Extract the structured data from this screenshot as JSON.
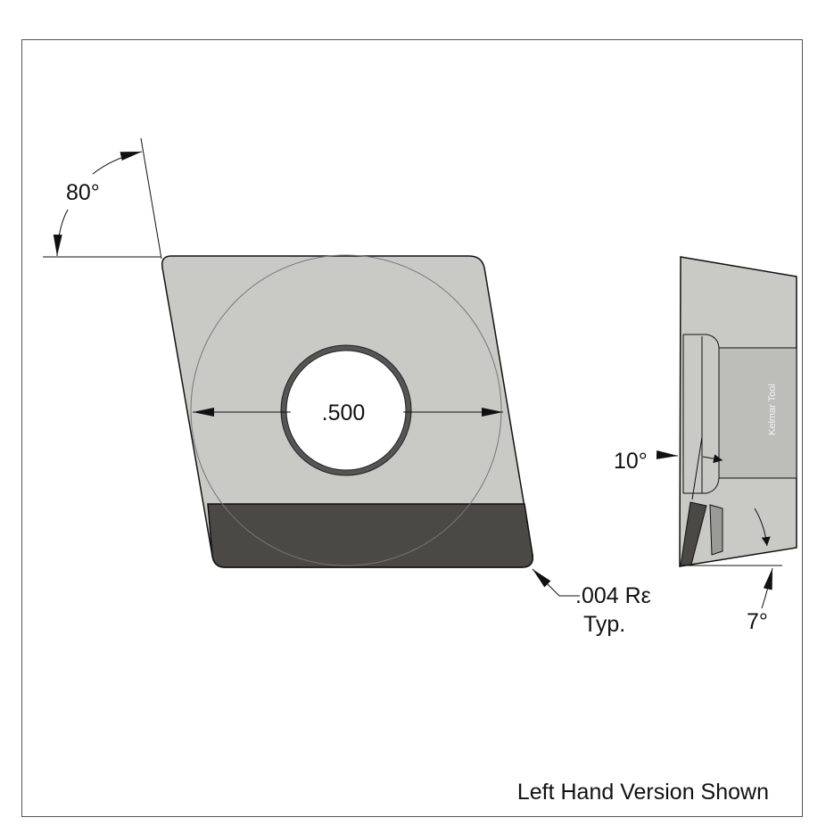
{
  "drawing": {
    "dimensions": {
      "corner_angle": "80°",
      "hole_diameter": ".500",
      "corner_radius": ".004 Rε",
      "corner_radius_note": "Typ.",
      "clearance_angle": "10°",
      "relief_angle": "7°"
    },
    "watermark": "Kelmar Tool",
    "caption": "Left Hand Version Shown"
  },
  "colors": {
    "insert_body": "#c9c9c6",
    "insert_body_shade": "#bdbdba",
    "tip": "#4a4945",
    "outline": "#111111",
    "frame": "#555555"
  }
}
